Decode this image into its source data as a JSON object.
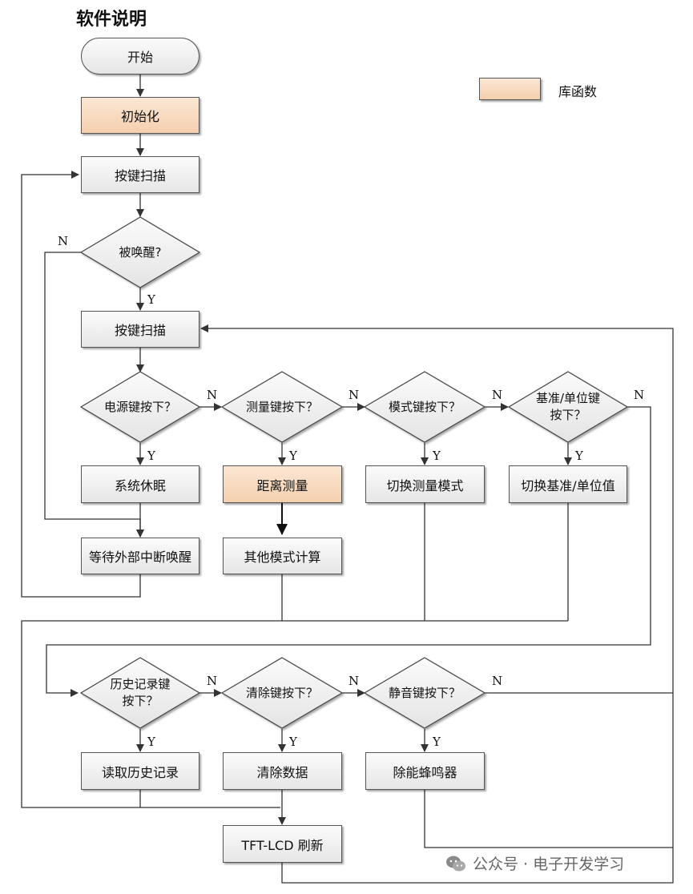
{
  "title": "软件说明",
  "legend": {
    "label": "库函数",
    "swatch_color": "#f6d6b8"
  },
  "nodes": {
    "start": "开始",
    "init": "初始化",
    "scan1": "按键扫描",
    "wake_q": "被唤醒?",
    "scan2": "按键扫描",
    "power_q": "电源键按下？",
    "measure_q": "测量键按下？",
    "mode_q": "模式键按下？",
    "ref_q": "基准/单位键\n按下？",
    "sleep": "系统休眠",
    "distance": "距离测量",
    "switch_mode": "切换测量模式",
    "switch_ref": "切换基准/单位值",
    "wait_irq": "等待外部中断唤醒",
    "other_calc": "其他模式计算",
    "history_q": "历史记录键\n按下？",
    "clear_q": "清除键按下？",
    "mute_q": "静音键按下？",
    "read_history": "读取历史记录",
    "clear_data": "清除数据",
    "mute_buzzer": "除能蜂鸣器",
    "refresh": "TFT-LCD 刷新"
  },
  "labels": {
    "yes": "Y",
    "no": "N"
  },
  "watermark": {
    "text": "公众号 · 电子开发学习"
  },
  "colors": {
    "library_fill": "#f6d6b8",
    "process_fill": "#eeeeee",
    "line": "#333333"
  }
}
